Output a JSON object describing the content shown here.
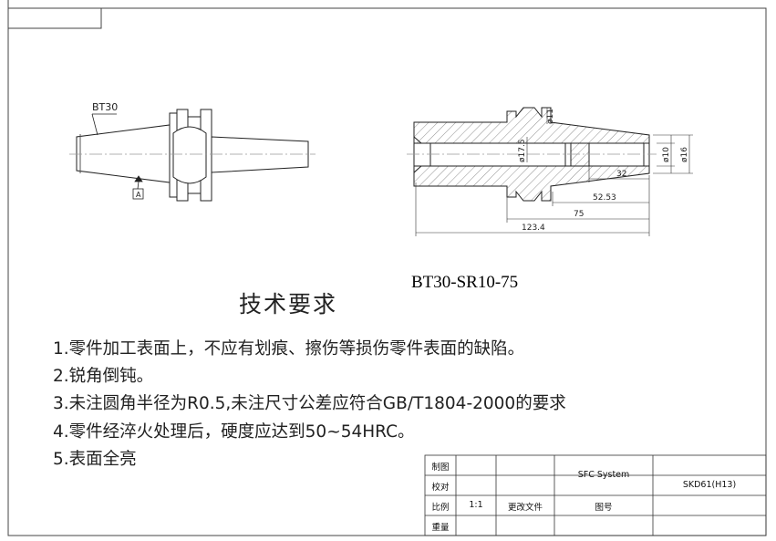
{
  "drawing": {
    "left_view_label": "BT30",
    "datum_label": "A",
    "section_dims": {
      "d_flange": "ø11",
      "d_bore": "ø17.5",
      "d_inner": "ø10",
      "d_outer": "ø16",
      "len_32": "32",
      "len_5253": "52.53",
      "len_75": "75",
      "len_1234": "123.4"
    },
    "model_name": "BT30-SR10-75"
  },
  "requirements": {
    "title": "技术要求",
    "lines": [
      "1.零件加工表面上，不应有划痕、擦伤等损伤零件表面的缺陷。",
      "2.锐角倒钝。",
      "3.未注圆角半径为R0.5,未注尺寸公差应符合GB/T1804-2000的要求",
      "4.零件经淬火处理后，硬度应达到50~54HRC。",
      "5.表面全亮"
    ]
  },
  "title_block": {
    "row_labels": [
      "制图",
      "校对",
      "比例",
      "重量"
    ],
    "scale_value": "1:1",
    "change_doc": "更改文件",
    "drawing_no_label": "图号",
    "company": "SFC  System",
    "material": "SKD61(H13)"
  }
}
